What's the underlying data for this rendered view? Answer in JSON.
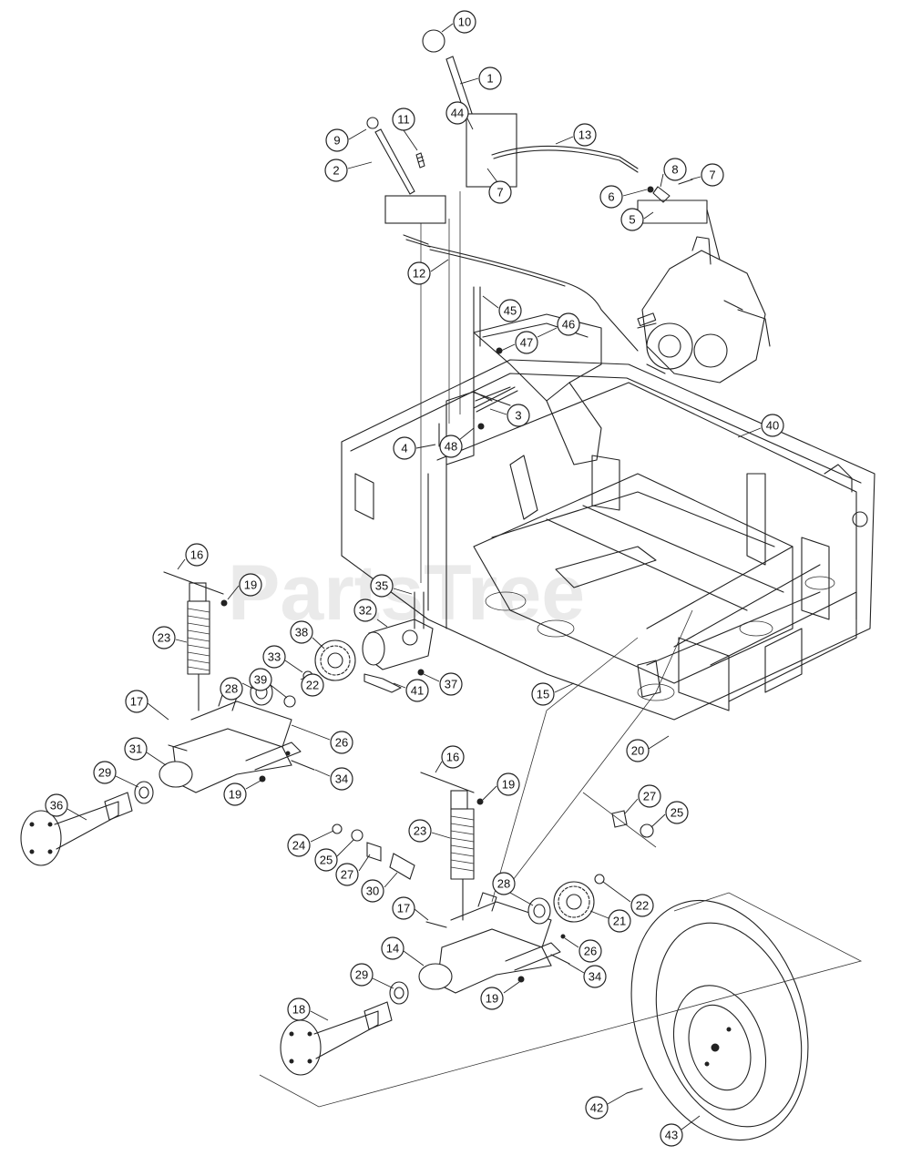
{
  "watermark": "PartsTree",
  "callouts": [
    "1",
    "2",
    "3",
    "4",
    "5",
    "6",
    "7",
    "8",
    "9",
    "10",
    "11",
    "12",
    "13",
    "14",
    "15",
    "16",
    "17",
    "18",
    "19",
    "20",
    "21",
    "22",
    "23",
    "24",
    "25",
    "26",
    "27",
    "28",
    "29",
    "30",
    "31",
    "32",
    "33",
    "34",
    "35",
    "36",
    "37",
    "38",
    "39",
    "40",
    "41",
    "42",
    "43",
    "44",
    "45",
    "46",
    "47",
    "48"
  ]
}
